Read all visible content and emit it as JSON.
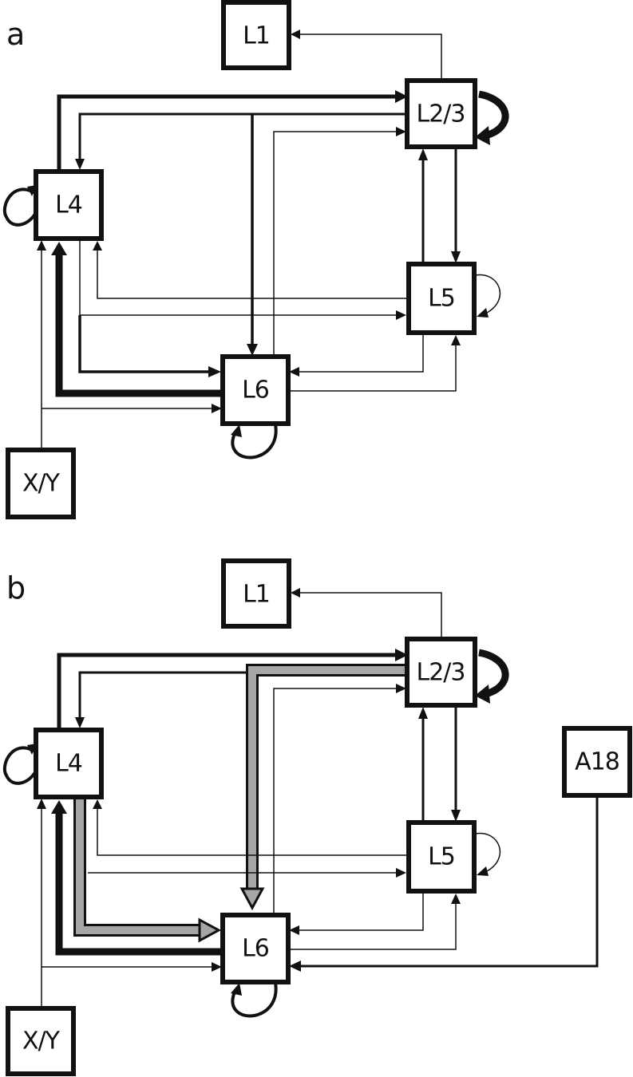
{
  "panels": [
    {
      "label": "a",
      "nodes": {
        "l1": "L1",
        "l23": "L2/3",
        "l4": "L4",
        "l5": "L5",
        "l6": "L6",
        "xy": "X/Y"
      }
    },
    {
      "label": "b",
      "nodes": {
        "l1": "L1",
        "l23": "L2/3",
        "l4": "L4",
        "l5": "L5",
        "l6": "L6",
        "xy": "X/Y",
        "a18": "A18"
      }
    }
  ],
  "colors": {
    "stroke": "#111111",
    "highlight": "#a6a6a6"
  }
}
